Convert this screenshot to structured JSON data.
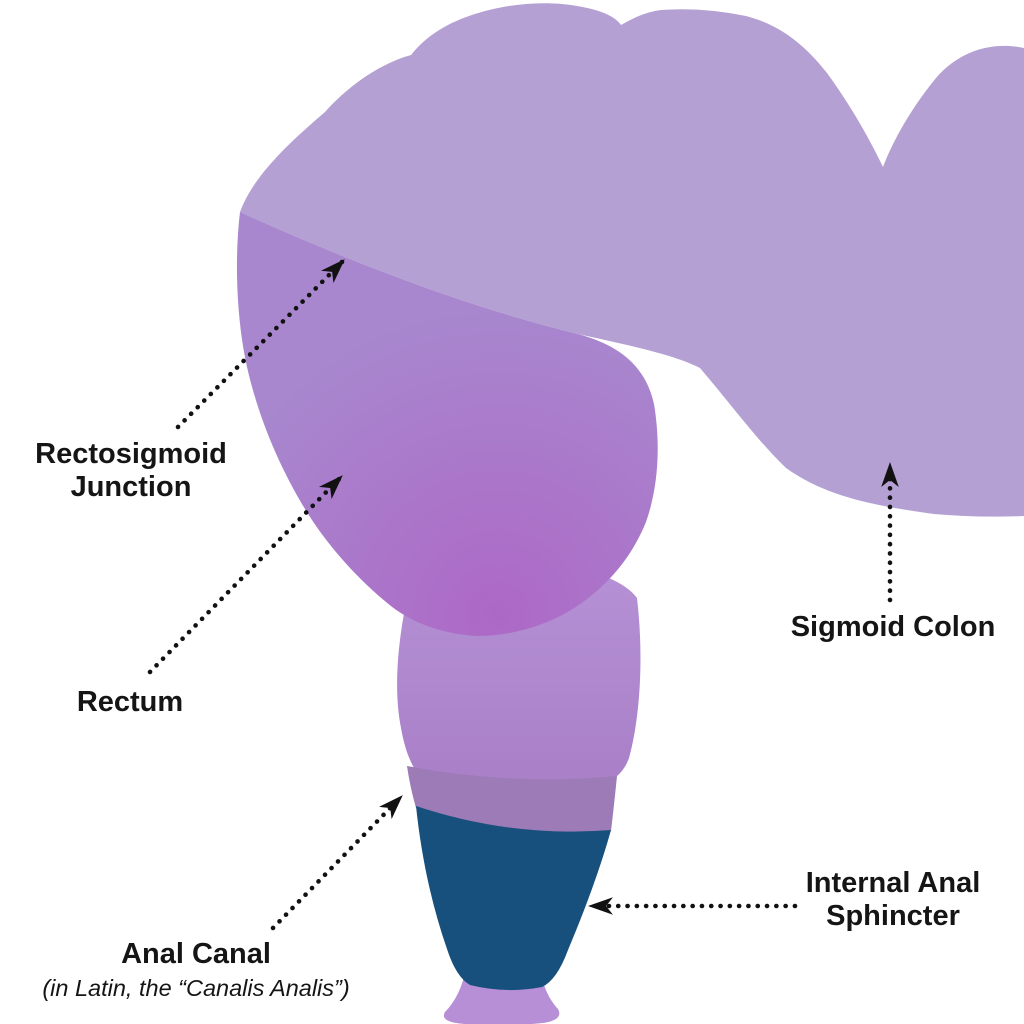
{
  "diagram": {
    "background": "#ffffff",
    "labels": {
      "rectosigmoid": {
        "line1": "Rectosigmoid",
        "line2": "Junction"
      },
      "rectum": {
        "line1": "Rectum"
      },
      "sigmoid": {
        "line1": "Sigmoid Colon"
      },
      "anal_canal": {
        "line1": "Anal Canal",
        "line2": "(in Latin, the “Canalis Analis”)"
      },
      "sphincter": {
        "line1": "Internal Anal",
        "line2": "Sphincter"
      }
    },
    "colors": {
      "sigmoid_colon": "#b4a0d3",
      "rectum": "#a887ce",
      "rectum_magenta": "#ad68c6",
      "lower_rectum_top": "#b591d5",
      "lower_rectum_bottom": "#a97fc7",
      "anal_canal_band": "#9c7bb7",
      "internal_anal_sphincter": "#17507d",
      "anus_tip": "#b68fd6",
      "arrow": "#111111",
      "label_text": "#151515"
    }
  }
}
